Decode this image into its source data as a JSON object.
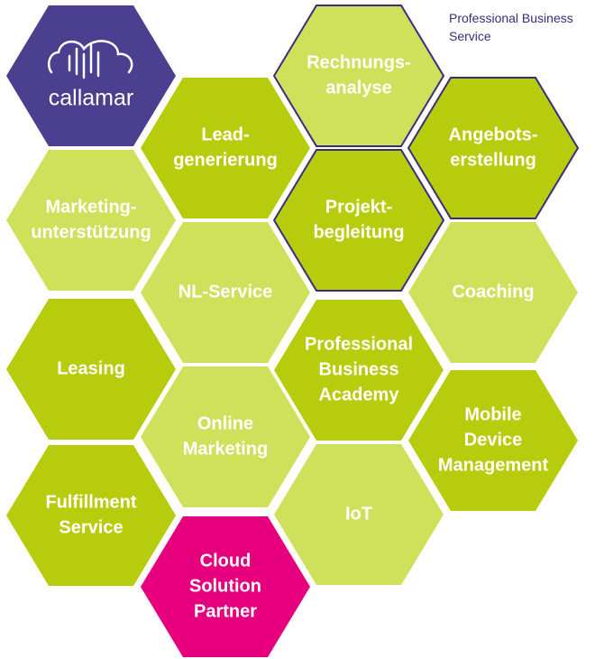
{
  "colors": {
    "brand_purple": "#4b3f8f",
    "lime_dark": "#b7cc0c",
    "lime_light": "#cfe05b",
    "magenta": "#e6007e",
    "outline": "#3b2d7d"
  },
  "brand": {
    "name": "callamar",
    "icon": "cloud-sound-icon"
  },
  "legend": {
    "line1": "Professional Business",
    "line2": "Service"
  },
  "hexagons": [
    {
      "id": "callamar-logo",
      "lines": [],
      "fill": "brand_purple",
      "outlined": false
    },
    {
      "id": "rechnungsanalyse",
      "lines": [
        "Rechnungs-",
        "analyse"
      ],
      "fill": "lime_light",
      "outlined": true
    },
    {
      "id": "leadgenerierung",
      "lines": [
        "Lead-",
        "generierung"
      ],
      "fill": "lime_dark",
      "outlined": false
    },
    {
      "id": "angebotserstellung",
      "lines": [
        "Angebots-",
        "erstellung"
      ],
      "fill": "lime_dark",
      "outlined": true
    },
    {
      "id": "marketingunterstuetzung",
      "lines": [
        "Marketing-",
        "unterstützung"
      ],
      "fill": "lime_light",
      "outlined": false
    },
    {
      "id": "projektbegleitung",
      "lines": [
        "Projekt-",
        "begleitung"
      ],
      "fill": "lime_dark",
      "outlined": true
    },
    {
      "id": "nl-service",
      "lines": [
        "NL-Service"
      ],
      "fill": "lime_light",
      "outlined": false
    },
    {
      "id": "coaching",
      "lines": [
        "Coaching"
      ],
      "fill": "lime_light",
      "outlined": false
    },
    {
      "id": "leasing",
      "lines": [
        "Leasing"
      ],
      "fill": "lime_dark",
      "outlined": false
    },
    {
      "id": "professional-business-academy",
      "lines": [
        "Professional",
        "Business",
        "Academy"
      ],
      "fill": "lime_dark",
      "outlined": false
    },
    {
      "id": "online-marketing",
      "lines": [
        "Online",
        "Marketing"
      ],
      "fill": "lime_light",
      "outlined": false
    },
    {
      "id": "mobile-device-management",
      "lines": [
        "Mobile",
        "Device",
        "Management"
      ],
      "fill": "lime_dark",
      "outlined": false
    },
    {
      "id": "fulfillment-service",
      "lines": [
        "Fulfillment",
        "Service"
      ],
      "fill": "lime_dark",
      "outlined": false
    },
    {
      "id": "iot",
      "lines": [
        "IoT"
      ],
      "fill": "lime_light",
      "outlined": false
    },
    {
      "id": "cloud-solution-partner",
      "lines": [
        "Cloud",
        "Solution",
        "Partner"
      ],
      "fill": "magenta",
      "outlined": false
    }
  ]
}
